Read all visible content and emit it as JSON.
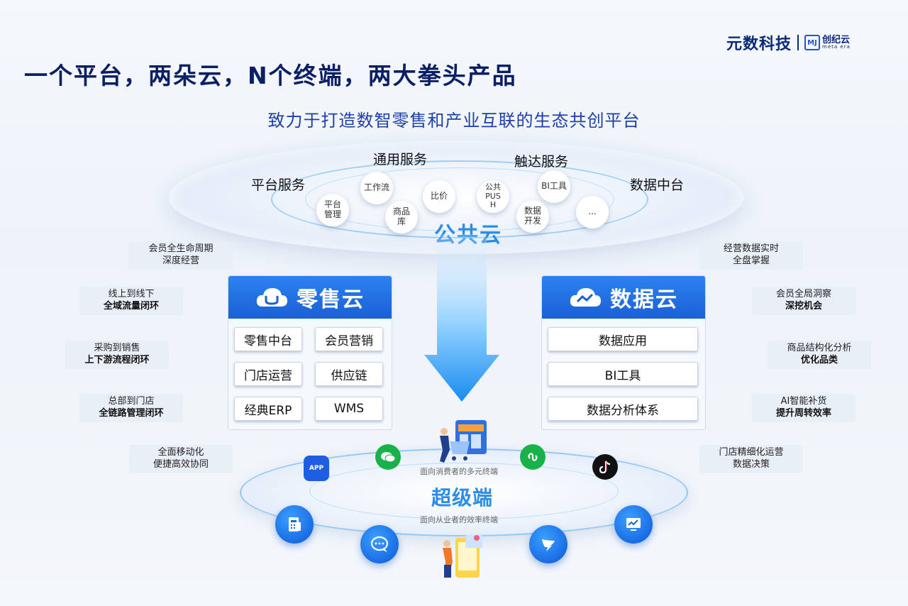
{
  "brand": {
    "name": "元数科技",
    "logo_mark": "MJ",
    "logo_cn": "创纪云",
    "logo_en": "meta era"
  },
  "title": "一个平台，两朵云，N个终端，两大拳头产品",
  "subtitle": "致力于打造数智零售和产业互联的生态共创平台",
  "public_cloud": {
    "label": "公共云",
    "sections": [
      "平台服务",
      "通用服务",
      "触达服务",
      "数据中台"
    ],
    "bubbles": [
      "平台\n管理",
      "工作流",
      "商品\n库",
      "比价",
      "公共\nPUS\nH",
      "BI工具",
      "数据\n开发",
      "..."
    ]
  },
  "left_tags": [
    [
      "会员全生命周期",
      "深度经营"
    ],
    [
      "线上到线下",
      "全域流量闭环"
    ],
    [
      "采购到销售",
      "上下游流程闭环"
    ],
    [
      "总部到门店",
      "全链路管理闭环"
    ],
    [
      "全面移动化",
      "便捷高效协同"
    ]
  ],
  "right_tags": [
    [
      "经营数据实时",
      "全盘掌握"
    ],
    [
      "会员全局洞察",
      "深挖机会"
    ],
    [
      "商品结构化分析",
      "优化品类"
    ],
    [
      "AI智能补货",
      "提升周转效率"
    ],
    [
      "门店精细化运营",
      "数据决策"
    ]
  ],
  "retail_cloud": {
    "title": "零售云",
    "items": [
      "零售中台",
      "会员营销",
      "门店运营",
      "供应链",
      "经典ERP",
      "WMS"
    ]
  },
  "data_cloud": {
    "title": "数据云",
    "items": [
      "数据应用",
      "BI工具",
      "数据分析体系"
    ]
  },
  "super_terminal": {
    "label": "超级端",
    "consumer_sub": "面向消费者的多元终端",
    "worker_sub": "面向从业者的效率终端",
    "app_icon_text": "APP"
  },
  "colors": {
    "accent": "#2b8de8",
    "title": "#0a1f66",
    "panel_blue": "#1a5fd6"
  }
}
